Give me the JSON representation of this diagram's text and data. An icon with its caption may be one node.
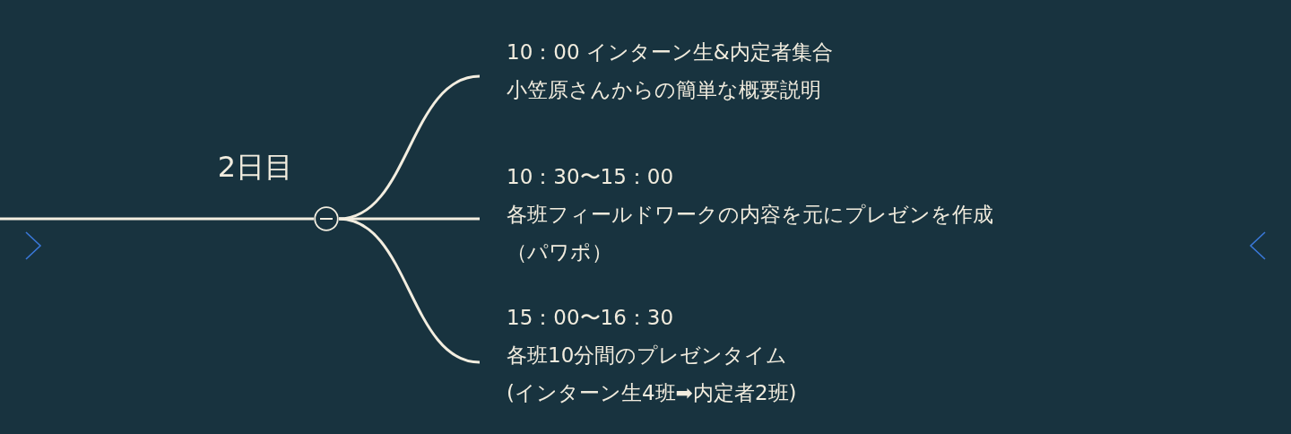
{
  "diagram": {
    "nodes": [
      {
        "text": [
          "2日目"
        ]
      },
      {
        "text": [],
        "shape": "circle"
      },
      {
        "text": [
          "10：00 インターン生&内定者集合",
          "小笠原さんからの簡単な概要説明"
        ]
      },
      {
        "text": [
          "10：30〜15：00",
          "各班フィールドワークの内容を元にプレゼンを作成（パワポ）"
        ]
      },
      {
        "text": [
          "15：00〜16：30",
          "各班10分間のプレゼンタイム",
          "(インターン生4班➡内定者2班)"
        ]
      }
    ],
    "edges": [
      {
        "from": null,
        "to": 1,
        "arrow": "none"
      },
      {
        "from": 1,
        "to": 2,
        "arrow": "none"
      },
      {
        "from": 1,
        "to": 3,
        "arrow": "none"
      },
      {
        "from": 1,
        "to": 4,
        "arrow": "none"
      }
    ]
  }
}
